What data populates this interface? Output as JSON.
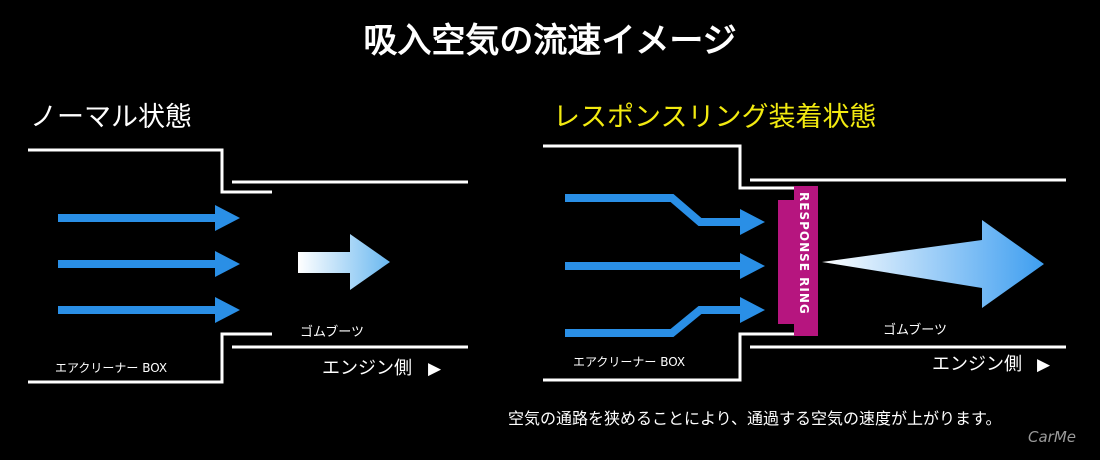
{
  "title": "吸入空気の流速イメージ",
  "normal": {
    "heading": "ノーマル状態",
    "rubber_boot_label": "ゴムブーツ",
    "air_cleaner_label": "エアクリーナー BOX",
    "engine_side_label": "エンジン側",
    "engine_side_arrow": "▶"
  },
  "ring": {
    "heading": "レスポンスリング装着状態",
    "ring_label": "RESPONSE RING",
    "rubber_boot_label": "ゴムブーツ",
    "air_cleaner_label": "エアクリーナー BOX",
    "engine_side_label": "エンジン側",
    "engine_side_arrow": "▶"
  },
  "caption": "空気の通路を狭めることにより、通過する空気の速度が上がります。",
  "watermark": "CarMe",
  "colors": {
    "background": "#000000",
    "ring_heading": "#f2ea10",
    "flow_arrow": "#2a8fe6",
    "ring_fill": "#b6157f"
  }
}
